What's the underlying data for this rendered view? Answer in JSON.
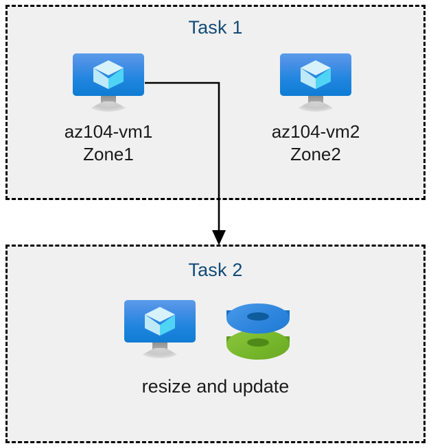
{
  "diagram": {
    "type": "flow-diagram",
    "background_color": "#ffffff",
    "panel_color": "#f0f0f0",
    "title_color": "#114a77",
    "border_style": "dashed-black",
    "tasks": [
      {
        "id": "task1",
        "title": "Task 1",
        "nodes": [
          {
            "id": "vm1",
            "icon": "virtual-machine-icon",
            "label": "az104-vm1\nZone1",
            "name": "az104-vm1",
            "zone": "Zone1"
          },
          {
            "id": "vm2",
            "icon": "virtual-machine-icon",
            "label": "az104-vm2\nZone2",
            "name": "az104-vm2",
            "zone": "Zone2"
          }
        ]
      },
      {
        "id": "task2",
        "title": "Task 2",
        "nodes": [
          {
            "id": "vm3",
            "icon": "virtual-machine-icon",
            "label": "resize and update"
          },
          {
            "id": "disks",
            "icon": "managed-disks-icon",
            "disk_colors": [
              "#2f86dd",
              "#76b72b"
            ]
          }
        ]
      }
    ],
    "connector": {
      "from": "vm1",
      "to": "task2",
      "style": "elbow-arrow",
      "color": "#000000",
      "arrow": "down"
    }
  }
}
